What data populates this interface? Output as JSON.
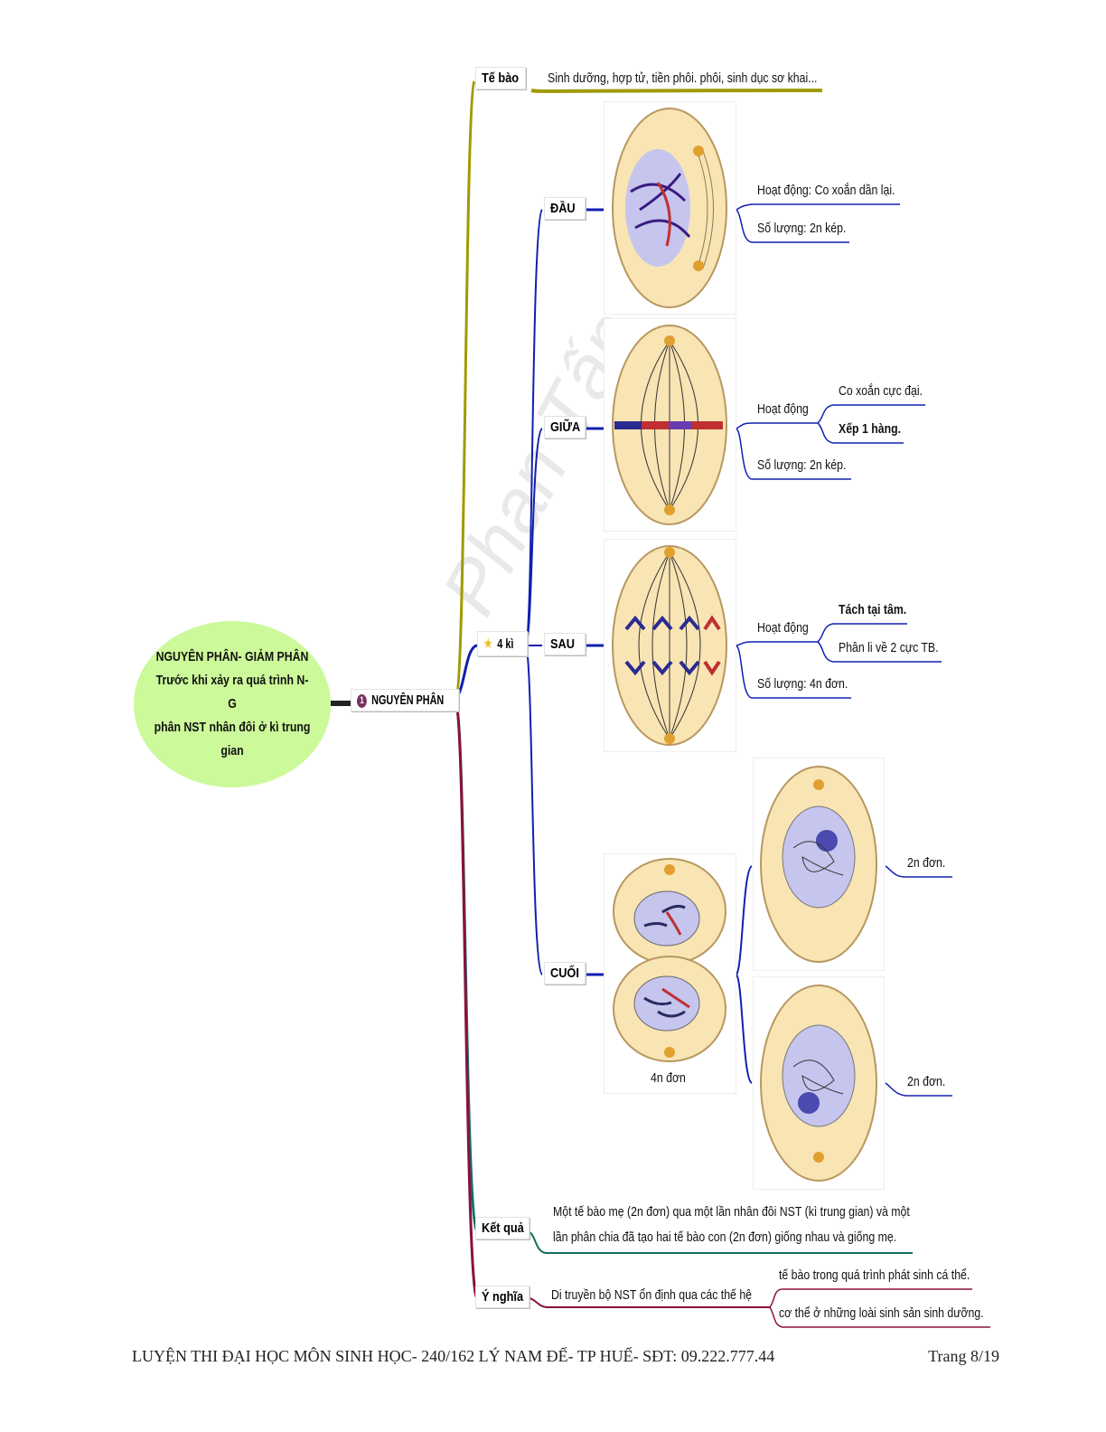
{
  "root": {
    "line1": "NGUYÊN PHÂN- GIẢM PHÂN",
    "line2": "Trước khi xảy ra quá trình N- G",
    "line3": "phân NST nhân đôi ở kì trung gian"
  },
  "main_node": {
    "label": "NGUYÊN PHÂN",
    "icon_number": "1"
  },
  "te_bao": {
    "label": "Tế bào",
    "text": "Sinh dưỡng, hợp tử, tiền phôi. phôi, sinh dục sơ khai..."
  },
  "phases": {
    "label": "4 kì",
    "dau": {
      "label": "ĐẦU",
      "hoat_dong": "Hoạt động: Co xoắn dần lại.",
      "so_luong": "Số lượng: 2n kép."
    },
    "giua": {
      "label": "GIỮA",
      "hoat_dong": "Hoạt động",
      "detail1": "Co xoắn cực đại.",
      "detail2": "Xếp 1 hàng.",
      "so_luong": "Số lượng: 2n kép."
    },
    "sau": {
      "label": "SAU",
      "hoat_dong": "Hoạt động",
      "detail1": "Tách tại tâm.",
      "detail2": "Phân li về 2 cực TB.",
      "so_luong": "Số lượng: 4n đơn."
    },
    "cuoi": {
      "label": "CUỐI",
      "caption": "4n đơn",
      "result1": "2n đơn.",
      "result2": "2n đơn."
    }
  },
  "ket_qua": {
    "label": "Kết quả",
    "line1": "Một tế bào mẹ (2n đơn) qua một lần nhân đôi NST (kì trung gian) và một",
    "line2": "lần phân chia đã tạo hai tế bào con (2n đơn) giống nhau và giống mẹ."
  },
  "y_nghia": {
    "label": "Ý nghĩa",
    "text": "Di truyền bộ NST ổn định qua các thế hệ",
    "detail1": "tế bào trong quá trình phát sinh cá thể.",
    "detail2": "cơ thể ở những loài sinh sản sinh dưỡng."
  },
  "watermark": "Phan Tấn Thiện",
  "footer": {
    "text": "LUYỆN THI ĐẠI HỌC MÔN SINH HỌC- 240/162 LÝ NAM ĐẾ- TP HUẾ- SĐT: 09.222.777.44",
    "page": "Trang 8/19"
  },
  "colors": {
    "olive": "#a09a00",
    "blue": "#1020b0",
    "crimson": "#8a1040",
    "teal": "#107060",
    "root_fill": "#ccf99a"
  }
}
